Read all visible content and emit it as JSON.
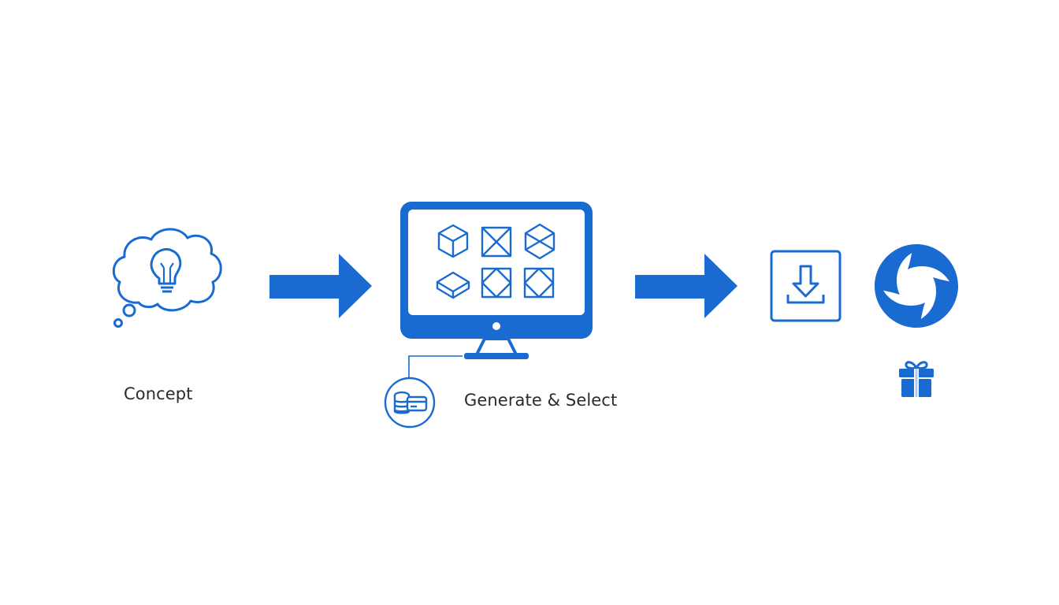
{
  "accent_color": "#1a6bd1",
  "text_color": "#2b2b2b",
  "steps": [
    {
      "id": "concept",
      "label": "Concept",
      "icon": "thought-cloud-lightbulb-icon"
    },
    {
      "id": "generate",
      "label": "Generate & Select",
      "icon": "monitor-3d-shapes-icon"
    },
    {
      "id": "download",
      "label": "",
      "icon": "download-icon"
    },
    {
      "id": "result",
      "label": "",
      "icon": "swirl-logo-icon"
    }
  ],
  "extras": [
    {
      "icon": "coins-card-icon"
    },
    {
      "icon": "gift-icon"
    }
  ]
}
